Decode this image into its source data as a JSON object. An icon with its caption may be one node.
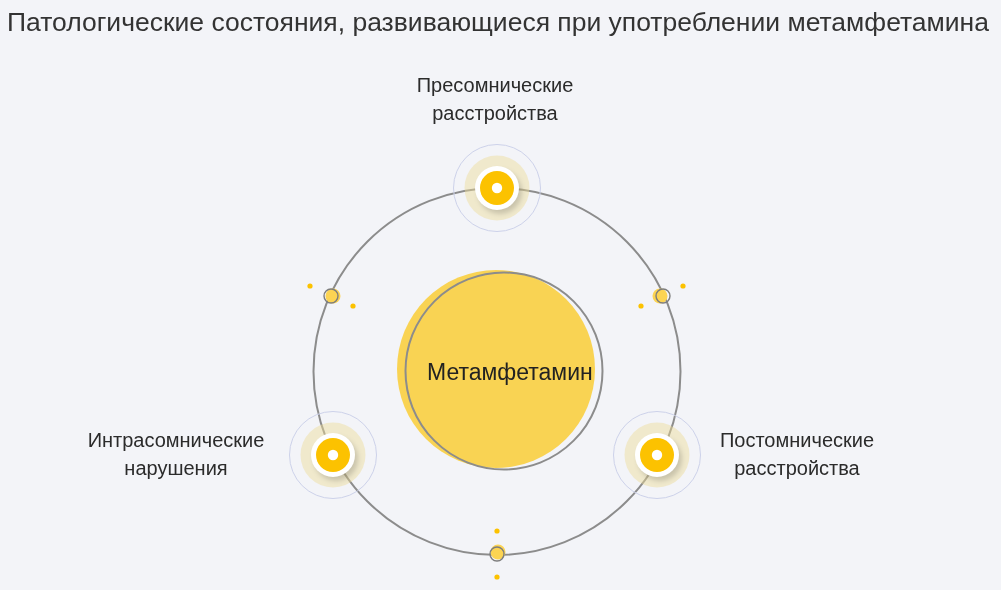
{
  "diagram": {
    "title": "Патологические состояния, развивающиеся при употреблении метамфетамина",
    "nodes": [
      {
        "text": [
          "Пресомнические расстройства"
        ]
      },
      {
        "text": [
          "Метамфетамин"
        ]
      },
      {
        "text": [
          "Интрасомнические нарушения"
        ]
      },
      {
        "text": [
          "Постомнические расстройства"
        ]
      }
    ]
  }
}
